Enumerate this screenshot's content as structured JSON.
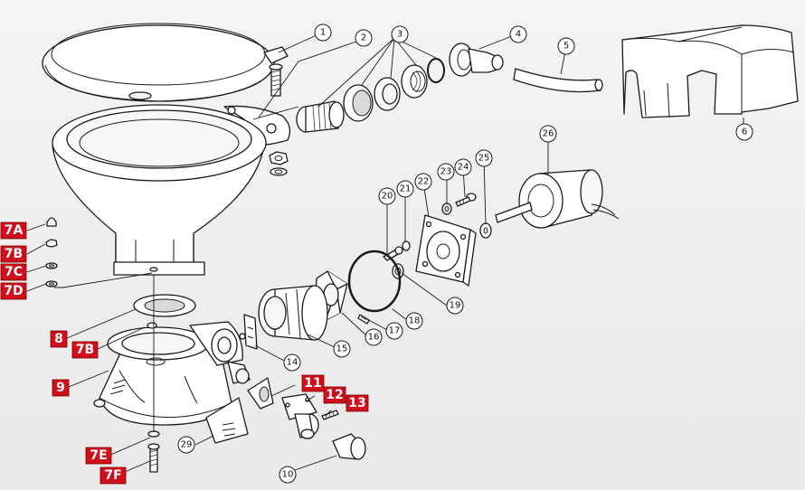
{
  "diagram": {
    "parts": [
      {
        "id": "1",
        "style": "circle"
      },
      {
        "id": "2",
        "style": "circle"
      },
      {
        "id": "3",
        "style": "circle"
      },
      {
        "id": "4",
        "style": "circle"
      },
      {
        "id": "5",
        "style": "circle"
      },
      {
        "id": "6",
        "style": "circle"
      },
      {
        "id": "7A",
        "style": "red"
      },
      {
        "id": "7B",
        "style": "red"
      },
      {
        "id": "7C",
        "style": "red"
      },
      {
        "id": "7D",
        "style": "red"
      },
      {
        "id": "8",
        "style": "red"
      },
      {
        "id": "7B",
        "style": "red"
      },
      {
        "id": "9",
        "style": "red"
      },
      {
        "id": "10",
        "style": "circle"
      },
      {
        "id": "11",
        "style": "red"
      },
      {
        "id": "12",
        "style": "red"
      },
      {
        "id": "13",
        "style": "red"
      },
      {
        "id": "14",
        "style": "circle"
      },
      {
        "id": "15",
        "style": "circle"
      },
      {
        "id": "16",
        "style": "circle"
      },
      {
        "id": "17",
        "style": "circle"
      },
      {
        "id": "18",
        "style": "circle"
      },
      {
        "id": "19",
        "style": "circle"
      },
      {
        "id": "20",
        "style": "circle"
      },
      {
        "id": "21",
        "style": "circle"
      },
      {
        "id": "22",
        "style": "circle"
      },
      {
        "id": "23",
        "style": "circle"
      },
      {
        "id": "24",
        "style": "circle"
      },
      {
        "id": "25",
        "style": "circle"
      },
      {
        "id": "26",
        "style": "circle"
      },
      {
        "id": "29",
        "style": "circle"
      },
      {
        "id": "7E",
        "style": "red"
      },
      {
        "id": "7F",
        "style": "red"
      }
    ],
    "colors": {
      "highlight": "#d10f1c",
      "line": "#1a1a1a",
      "background": "#eeeeee"
    }
  }
}
